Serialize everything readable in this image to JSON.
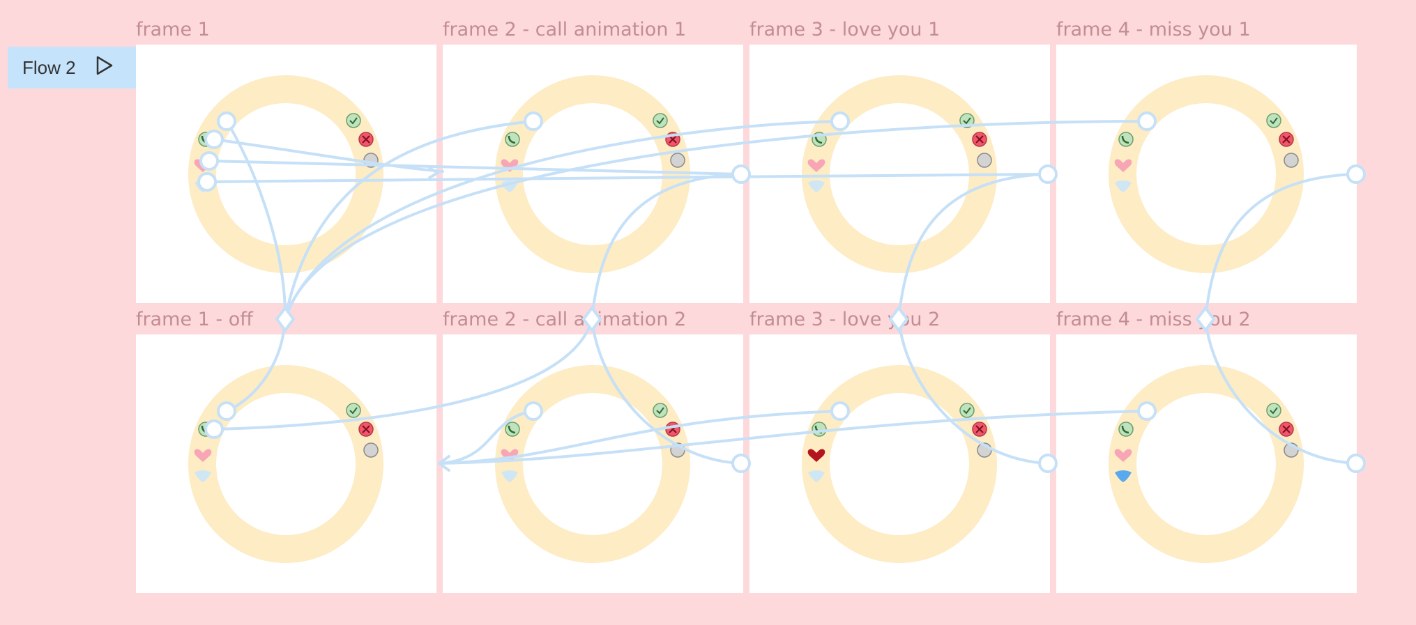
{
  "flow": {
    "label": "Flow 2",
    "play_icon": "play-triangle-icon"
  },
  "frames": [
    {
      "title": "frame 1",
      "heart": "pink",
      "bubble": "light"
    },
    {
      "title": "frame 2 - call animation 1",
      "heart": "pink",
      "bubble": "light"
    },
    {
      "title": "frame 3 - love you 1",
      "heart": "pink",
      "bubble": "light"
    },
    {
      "title": "frame 4 - miss you 1",
      "heart": "pink",
      "bubble": "light"
    },
    {
      "title": "frame 1 - off",
      "heart": "pink",
      "bubble": "light"
    },
    {
      "title": "frame 2 - call animation 2",
      "heart": "pink",
      "bubble": "light"
    },
    {
      "title": "frame 3 - love you 2",
      "heart": "red",
      "bubble": "light"
    },
    {
      "title": "frame 4 - miss you 2",
      "heart": "pink",
      "bubble": "blue"
    }
  ],
  "colors": {
    "canvas": "#fdd9dc",
    "ring": "#fdecc4",
    "connector": "#c5e0f7",
    "title": "#c28d92",
    "flow_badge": "#c5e3fb",
    "heart_pink": "#f8a5b5",
    "heart_red": "#b3141f",
    "bubble_light": "#cfe6f5",
    "bubble_blue": "#5aa8ee",
    "check_green": "#bfe3bf",
    "cross_red": "#f3566a",
    "gray_dot": "#d3d3d3"
  }
}
